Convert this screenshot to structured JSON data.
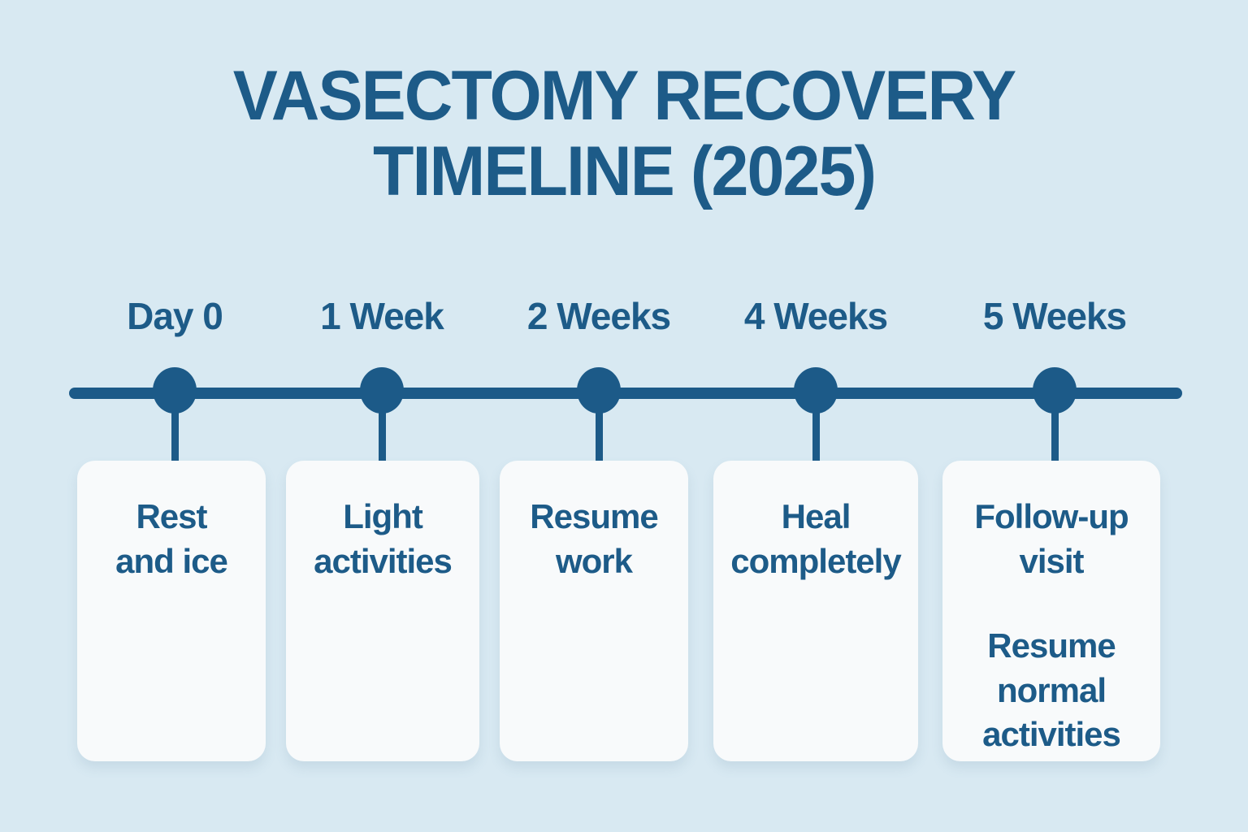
{
  "title": "VASECTOMY RECOVERY\nTIMELINE (2025)",
  "colors": {
    "background": "#d8e9f2",
    "card_background": "#f8fafb",
    "text_blue": "#1d5b88",
    "timeline_blue": "#1c5a88"
  },
  "timeline": {
    "milestones": [
      {
        "label": "Day 0",
        "description": "Rest\nand ice"
      },
      {
        "label": "1 Week",
        "description": "Light\nactivities"
      },
      {
        "label": "2 Weeks",
        "description": "Resume\nwork"
      },
      {
        "label": "4 Weeks",
        "description": "Heal\ncompletely"
      },
      {
        "label": "5 Weeks",
        "description": "Follow-up\nvisit",
        "secondary_description": "Resume\nnormal\nactivities"
      }
    ]
  }
}
